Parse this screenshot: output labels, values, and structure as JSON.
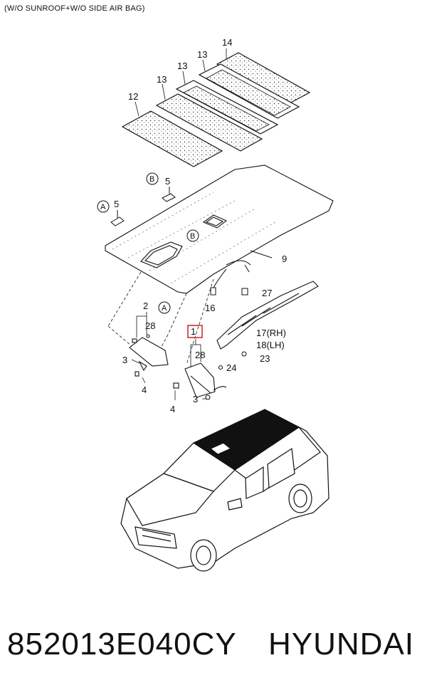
{
  "header": {
    "title": "(W/O SUNROOF+W/O SIDE AIR BAG)"
  },
  "parts": {
    "p14": "14",
    "p13a": "13",
    "p13b": "13",
    "p12": "12",
    "p5a": "5",
    "p5b": "5",
    "p9": "9",
    "p27": "27",
    "p16": "16",
    "p2": "2",
    "p28a": "28",
    "p3a": "3",
    "p4a": "4",
    "p1": "1",
    "p28b": "28",
    "p24": "24",
    "p3b": "3",
    "p4b": "4",
    "p17": "17(RH)",
    "p18": "18(LH)",
    "p23": "23"
  },
  "callouts": {
    "a1": "A",
    "a2": "A",
    "b1": "B",
    "b2": "B"
  },
  "highlight_color": "#cc2222",
  "footer": {
    "part_number": "852013E040CY",
    "brand": "HYUNDAI"
  }
}
